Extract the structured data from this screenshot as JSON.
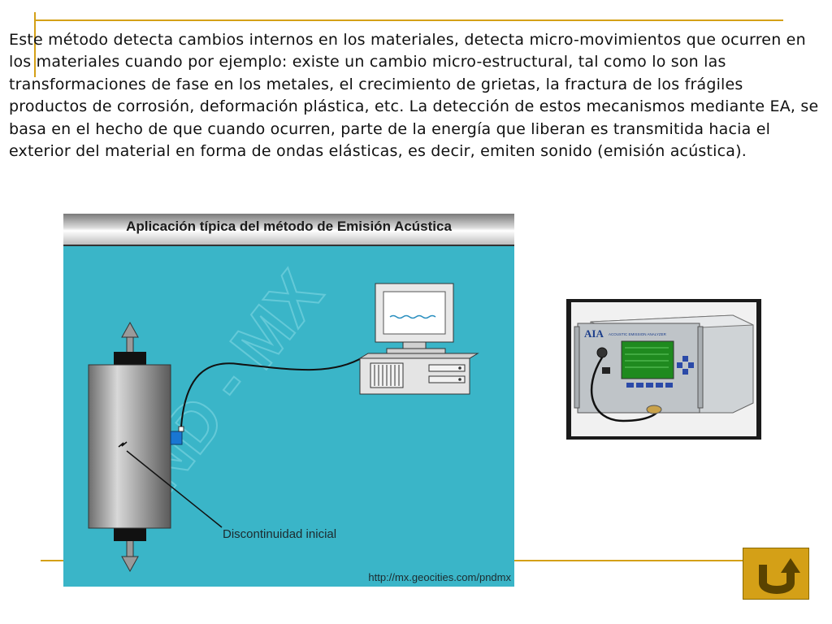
{
  "slide": {
    "body_text": "Este método detecta cambios internos en los materiales, detecta micro-movimientos que ocurren en los materiales cuando por ejemplo: existe un cambio micro-estructural, tal como lo son las transformaciones de fase en los metales, el crecimiento de grietas, la fractura de los frágiles productos de corrosión, deformación plástica, etc. La detección de estos mecanismos mediante EA, se basa en el hecho de que cuando ocurren, parte de la energía que liberan es transmitida hacia el exterior del material en forma de ondas elásticas, es decir, emiten sonido (emisión acústica)."
  },
  "diagram": {
    "title": "Aplicación típica del método de Emisión Acústica",
    "callout_label": "Discontinuidad inicial",
    "source_url": "http://mx.geocities.com/pndmx",
    "watermark": "PND - MX"
  },
  "device_photo": {
    "brand": "AIA",
    "panel_text": "ACOUSTIC EMISSION ANALYZER"
  },
  "navigation": {
    "back_icon": "u-turn-arrow-icon"
  },
  "colors": {
    "accent": "#d4a017",
    "diagram_background": "#3ab5c8"
  }
}
